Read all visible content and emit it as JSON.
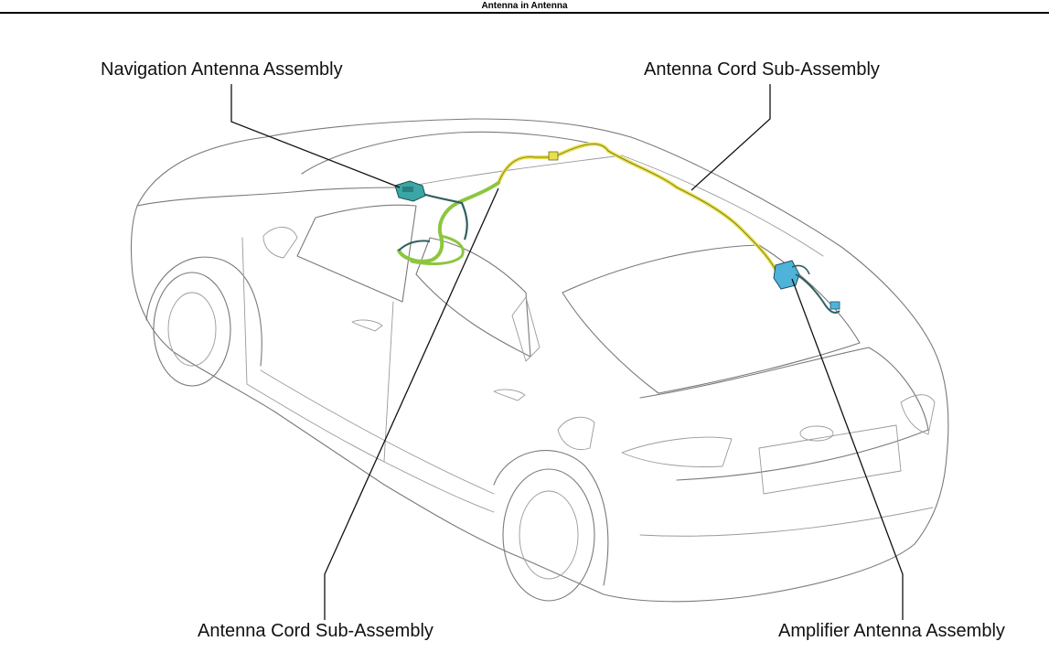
{
  "header": {
    "title": "Antenna in Antenna"
  },
  "callouts": {
    "navigation_antenna_assembly": "Navigation Antenna Assembly",
    "antenna_cord_sub_assembly_top": "Antenna Cord Sub-Assembly",
    "antenna_cord_sub_assembly_bottom": "Antenna Cord Sub-Assembly",
    "amplifier_antenna_assembly": "Amplifier Antenna Assembly"
  },
  "colors": {
    "car_outline": "#7a7a7a",
    "cord_yellow": "#e8e04a",
    "cord_green": "#8cc63f",
    "cord_dark": "#2f5f5f",
    "component_teal": "#3aa6a6",
    "component_blue": "#4fb3d9",
    "leader_line": "#111111"
  }
}
